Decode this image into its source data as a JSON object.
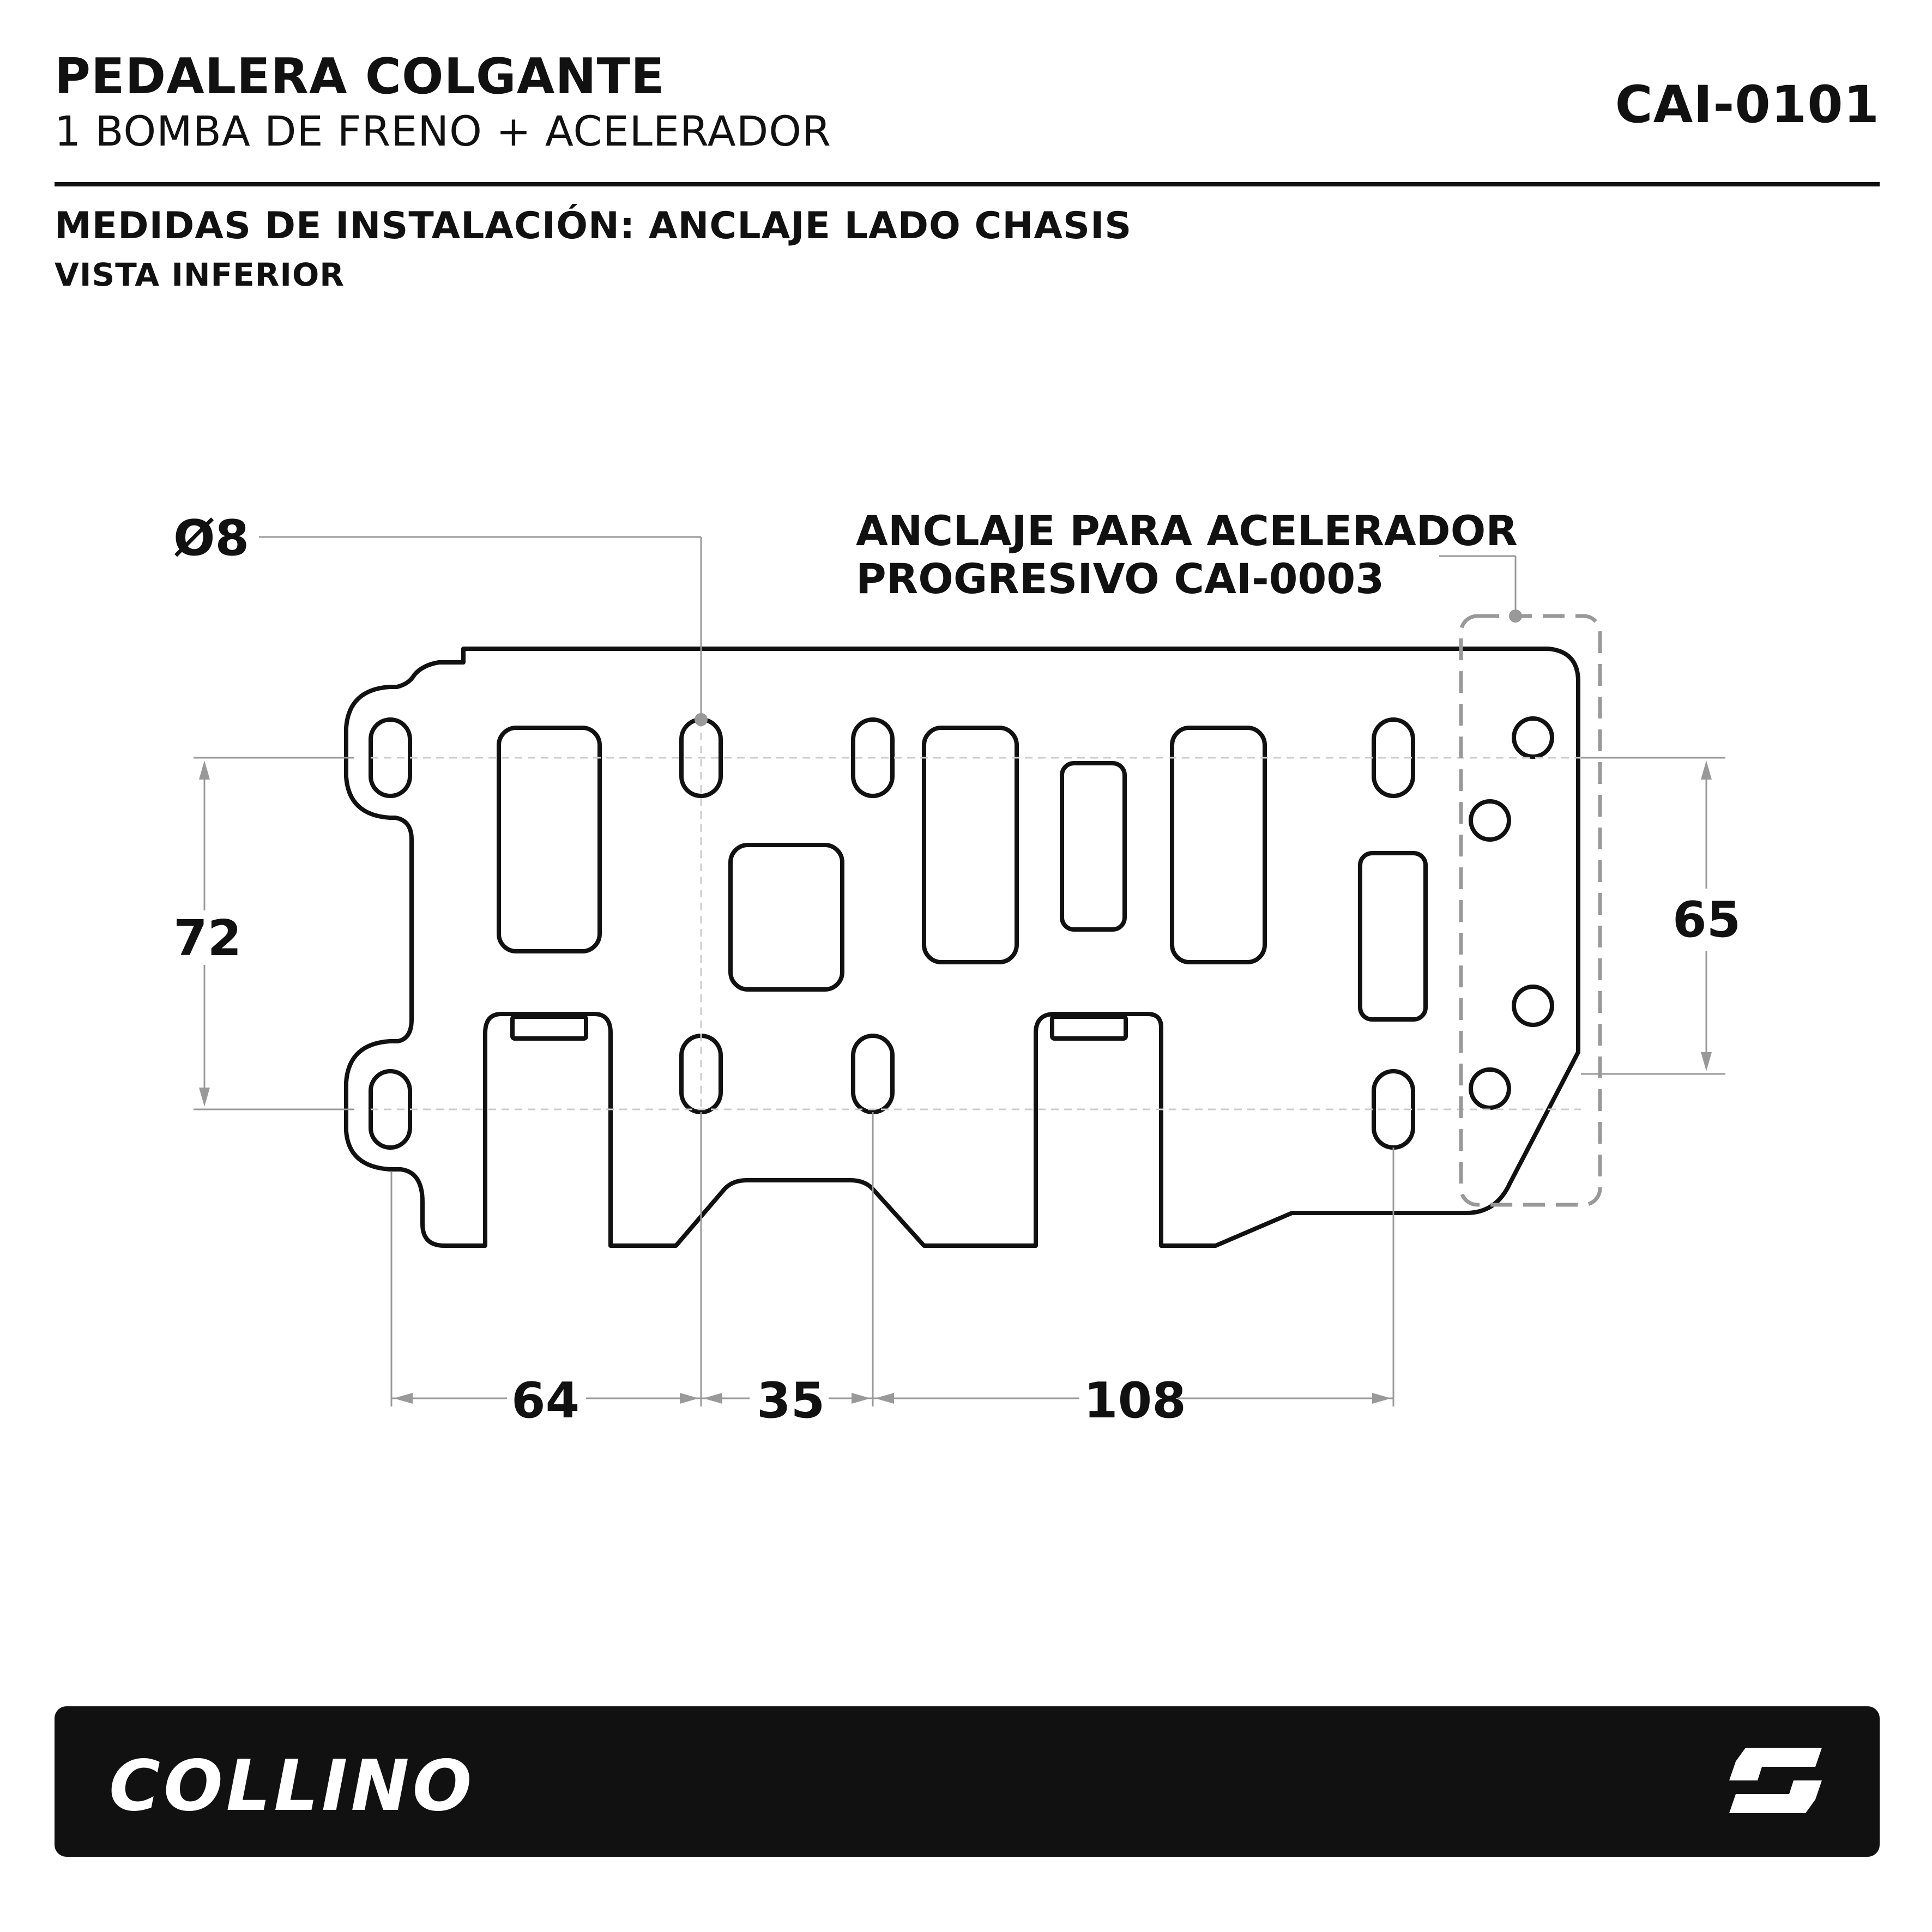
{
  "header": {
    "title": "PEDALERA COLGANTE",
    "subtitle": "1 BOMBA DE FRENO + ACELERADOR",
    "code": "CAI-0101"
  },
  "section": {
    "heading": "MEDIDAS DE INSTALACIÓN: ANCLAJE LADO CHASIS",
    "view": "VISTA INFERIOR"
  },
  "dimensions": {
    "hole_diameter": "Ø8",
    "vertical_left": "72",
    "vertical_right": "65",
    "horizontal": [
      "64",
      "35",
      "108"
    ]
  },
  "annotation": {
    "line1": "ANCLAJE PARA ACELERADOR",
    "line2": "PROGRESIVO CAI-0003"
  },
  "footer": {
    "brand": "COLLINO",
    "logo_icon": "collino-c-logo-icon"
  },
  "colors": {
    "ink": "#111111",
    "dimension_line": "#999999",
    "background": "#ffffff"
  }
}
